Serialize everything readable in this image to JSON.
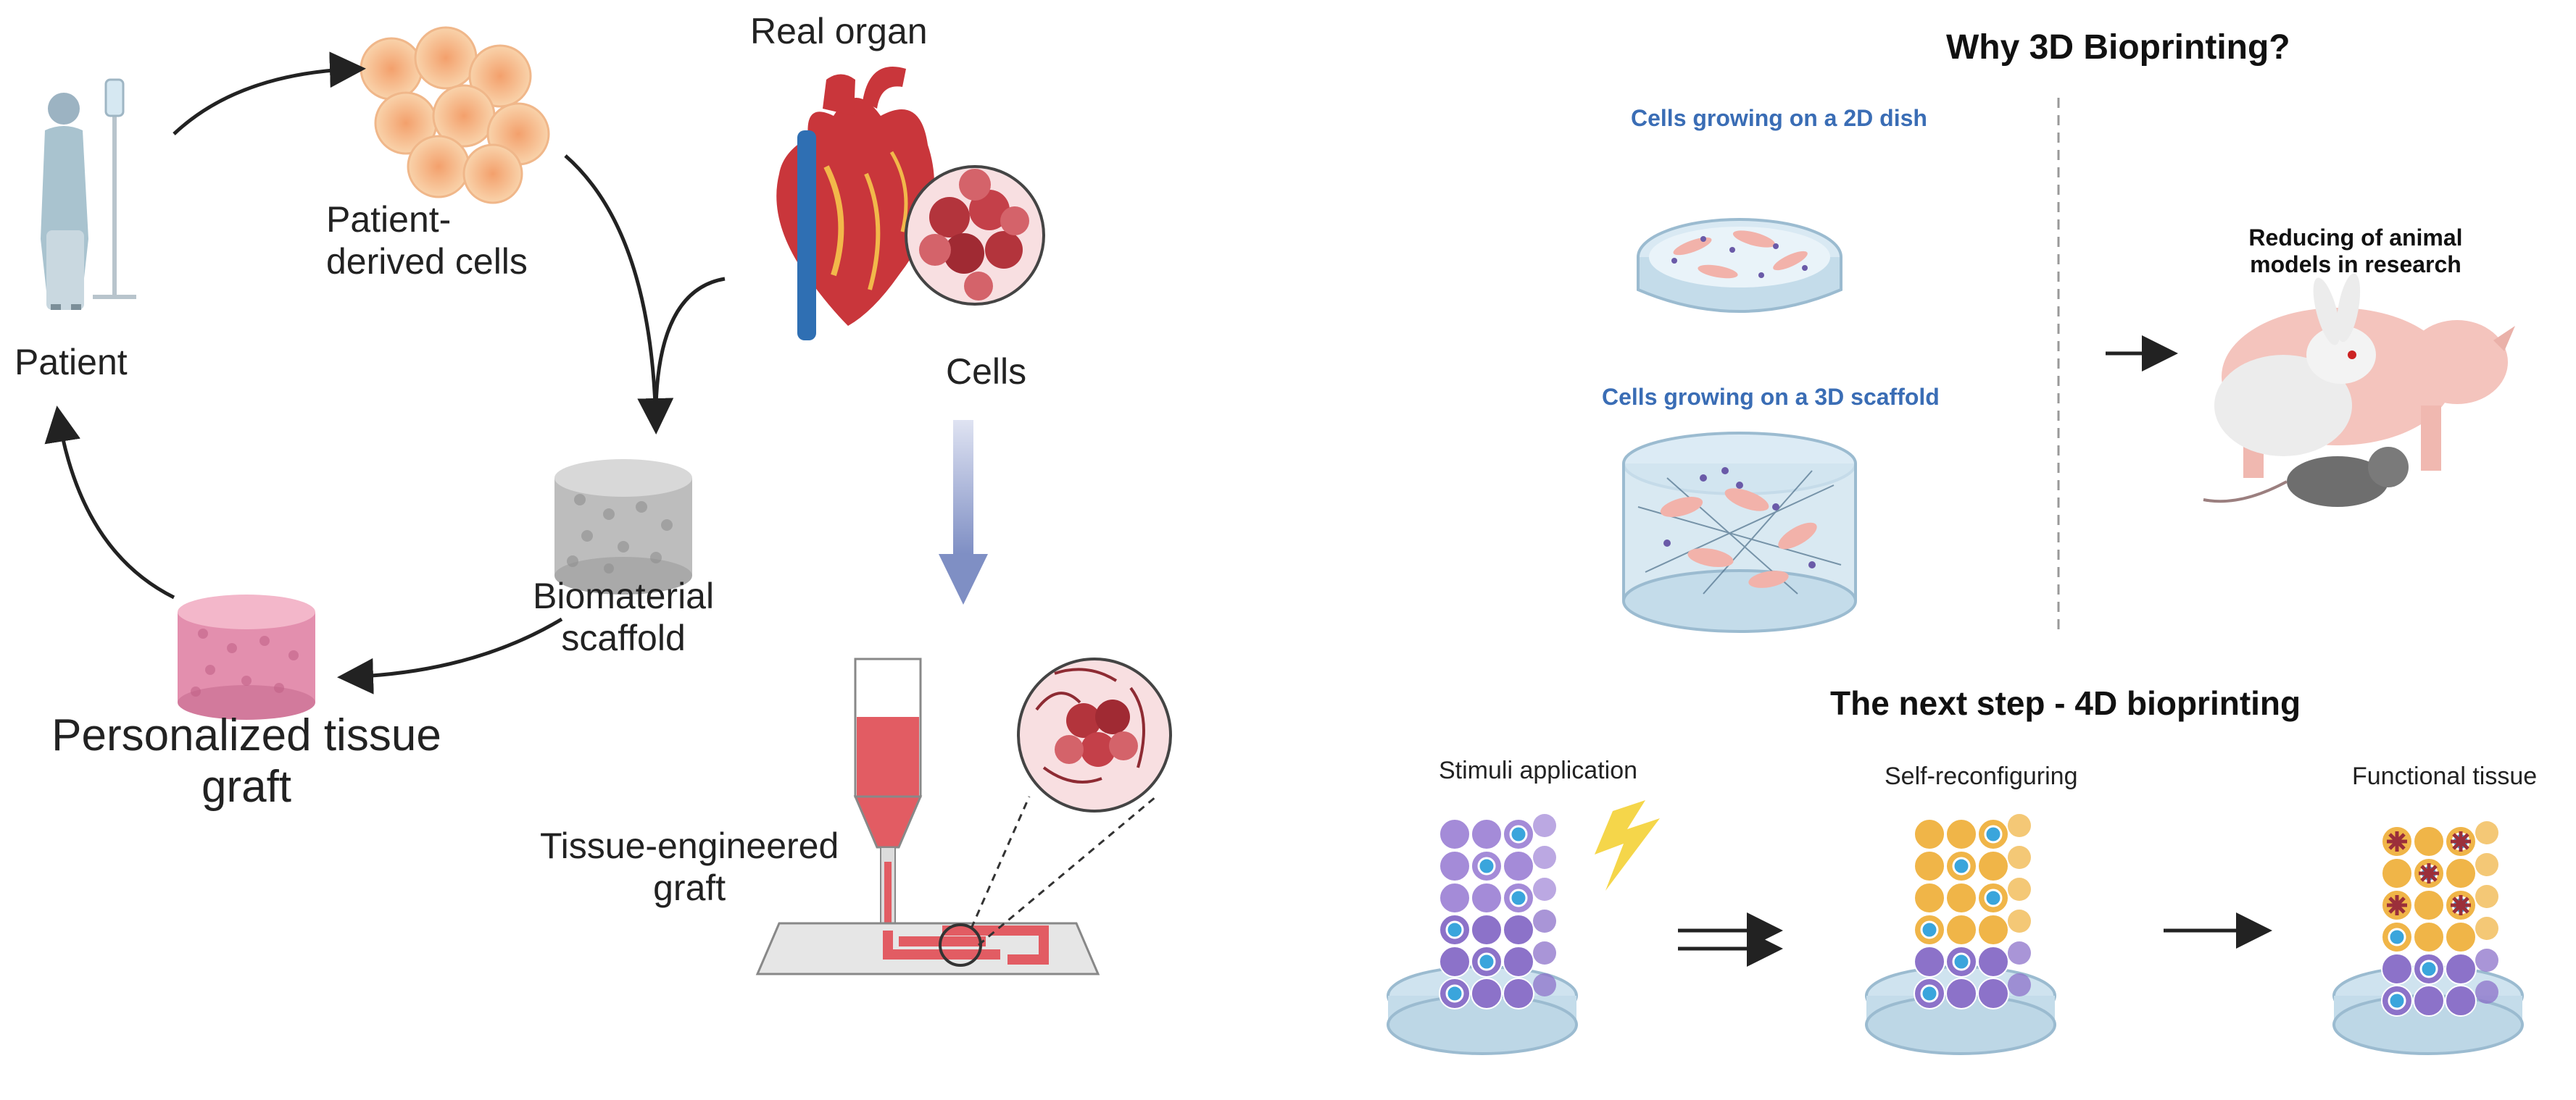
{
  "left": {
    "patient": "Patient",
    "patient_cells": "Patient-\nderived cells",
    "real_organ": "Real organ",
    "cells": "Cells",
    "scaffold": "Biomaterial\nscaffold",
    "graft": "Personalized tissue\ngraft",
    "engineered": "Tissue-engineered\ngraft"
  },
  "right": {
    "title": "Why 3D Bioprinting?",
    "dish_2d": "Cells growing on a 2D dish",
    "scaffold_3d": "Cells growing on a 3D scaffold",
    "animals": "Reducing of animal\nmodels in research",
    "next_title": "The next step - 4D bioprinting",
    "stimuli": "Stimuli application",
    "self_reconfig": "Self-reconfiguring",
    "functional": "Functional tissue"
  },
  "colors": {
    "cell_peach": "#f6c79a",
    "heart_red": "#c9363b",
    "arrow_blue": "#8a98c8",
    "dish_blue": "#cfe3ef",
    "cube_purple": "#8c72c9",
    "cube_orange": "#f0b548",
    "cell_blue": "#3aa5dc",
    "bolt_yellow": "#f5d64a",
    "bioink_red": "#e25c63"
  }
}
